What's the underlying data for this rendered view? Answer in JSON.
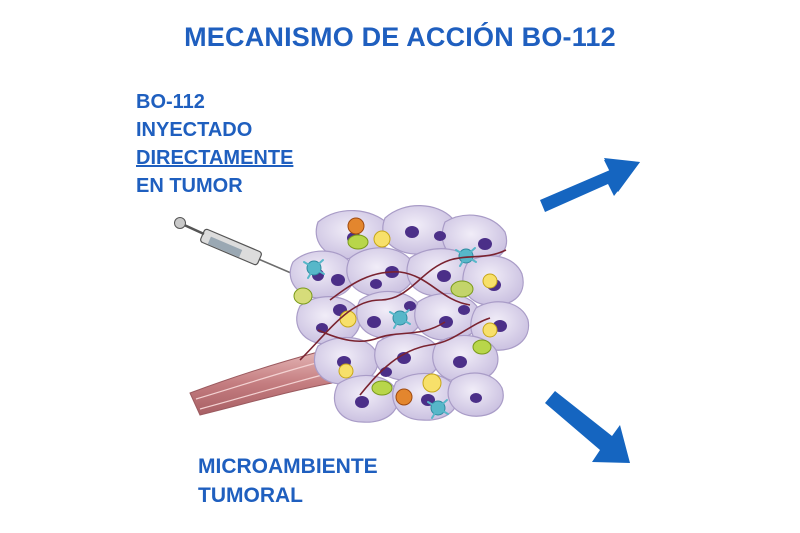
{
  "title": "MECANISMO DE ACCIÓN BO-112",
  "injection": {
    "lines": [
      "BO-112",
      "INYECTADO",
      "DIRECTAMENTE",
      "EN TUMOR"
    ]
  },
  "environment": {
    "lines": [
      "MICROAMBIENTE",
      "TUMORAL"
    ]
  },
  "colors": {
    "text": "#1f5fbf",
    "arrow": "#1565c0",
    "cell": "#d9d2e9",
    "nucleus": "#4b2f88",
    "vessel": "#c98b8b"
  },
  "icons": [
    "syringe-icon",
    "tumor-illustration",
    "blood-vessel-icon",
    "arrow-up-right-icon",
    "arrow-down-right-icon"
  ]
}
